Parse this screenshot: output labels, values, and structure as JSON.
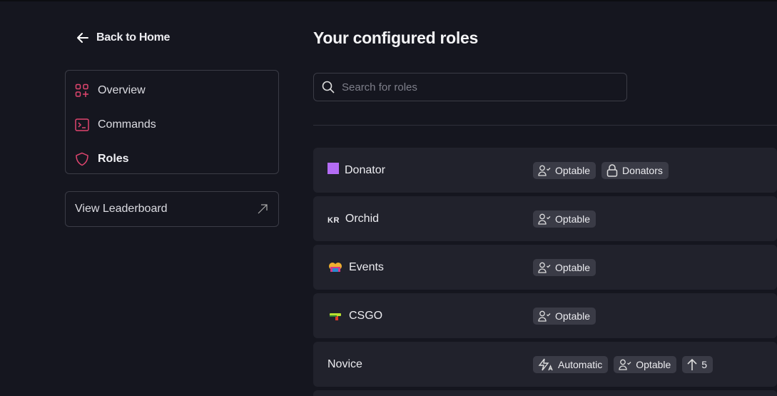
{
  "sidebar": {
    "back_label": "Back to Home",
    "items": [
      {
        "label": "Overview",
        "icon": "grid-plus-icon"
      },
      {
        "label": "Commands",
        "icon": "terminal-icon"
      },
      {
        "label": "Roles",
        "icon": "shield-icon",
        "active": true
      }
    ],
    "leaderboard_label": "View Leaderboard"
  },
  "main": {
    "title": "Your configured roles",
    "search_placeholder": "Search for roles",
    "roles": [
      {
        "name": "Donator",
        "icon": "color-square-icon",
        "color": "#b46cf5",
        "badges": [
          {
            "label": "Optable",
            "icon": "user-check-icon"
          },
          {
            "label": "Donators",
            "icon": "lock-icon"
          }
        ]
      },
      {
        "name": "Orchid",
        "icon": "kr-text-icon",
        "icon_text": "KR",
        "badges": [
          {
            "label": "Optable",
            "icon": "user-check-icon"
          }
        ]
      },
      {
        "name": "Events",
        "icon": "events-emoji-icon",
        "badges": [
          {
            "label": "Optable",
            "icon": "user-check-icon"
          }
        ]
      },
      {
        "name": "CSGO",
        "icon": "gun-emoji-icon",
        "badges": [
          {
            "label": "Optable",
            "icon": "user-check-icon"
          }
        ]
      },
      {
        "name": "Novice",
        "icon": "",
        "badges": [
          {
            "label": "Automatic",
            "icon": "auto-lightning-icon"
          },
          {
            "label": "Optable",
            "icon": "user-check-icon"
          },
          {
            "label": "5",
            "icon": "arrow-up-icon"
          }
        ]
      }
    ]
  },
  "colors": {
    "background": "#15161f",
    "card": "#21222c",
    "badge": "#3a3b46",
    "accent": "#e0456f"
  }
}
